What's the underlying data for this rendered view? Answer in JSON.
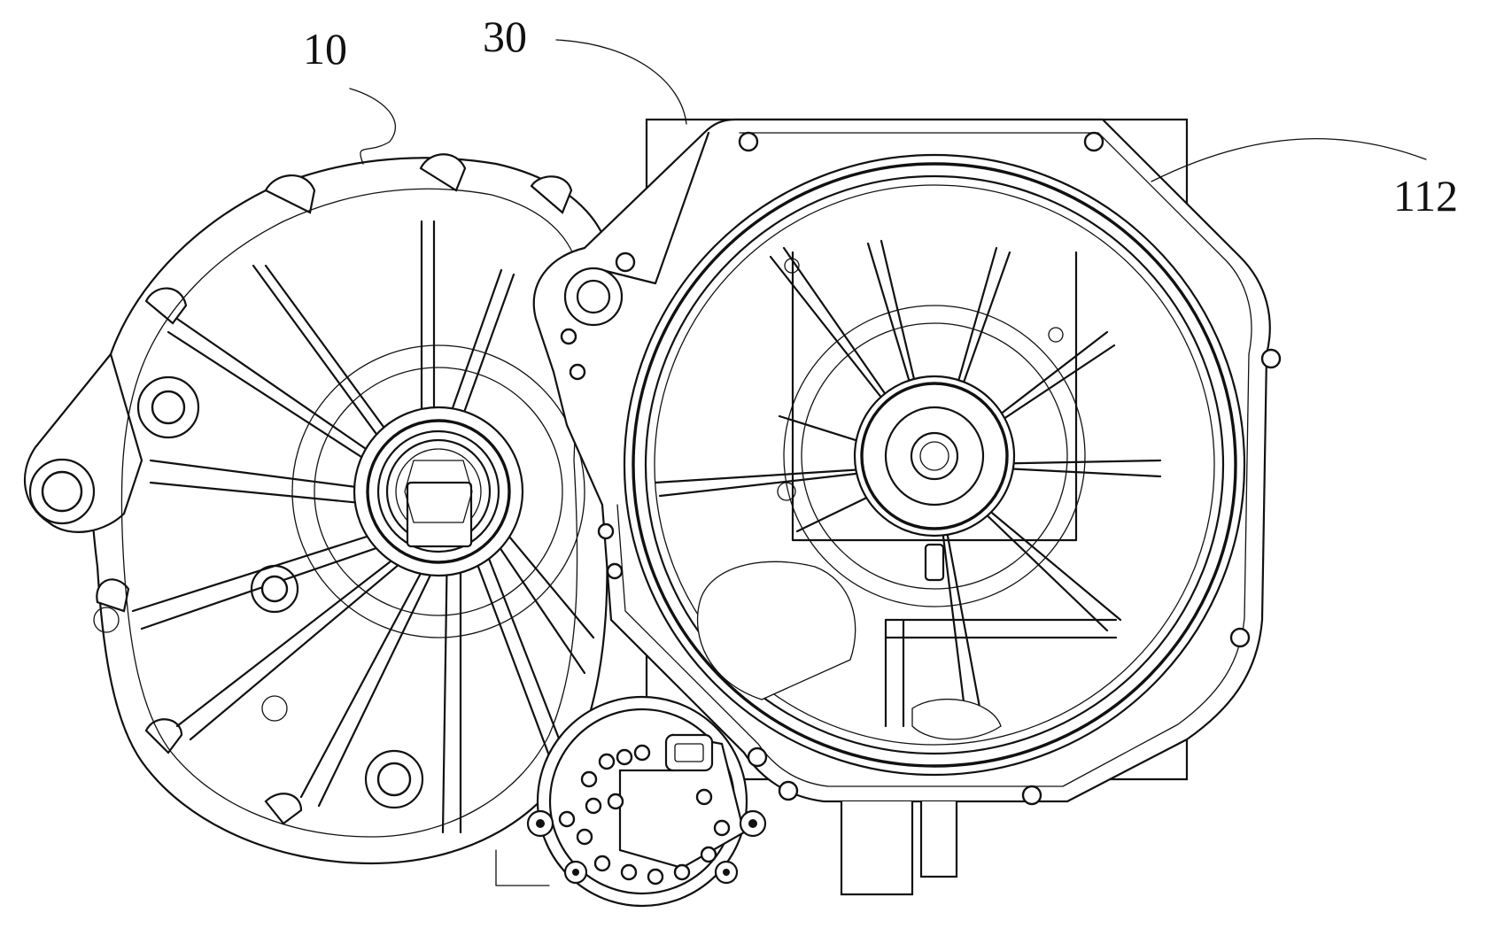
{
  "figure": {
    "labels": {
      "housing": "10",
      "flange_assembly": "30",
      "mounting_plate": "112"
    },
    "line_color": "#111111",
    "background_color": "#ffffff"
  }
}
